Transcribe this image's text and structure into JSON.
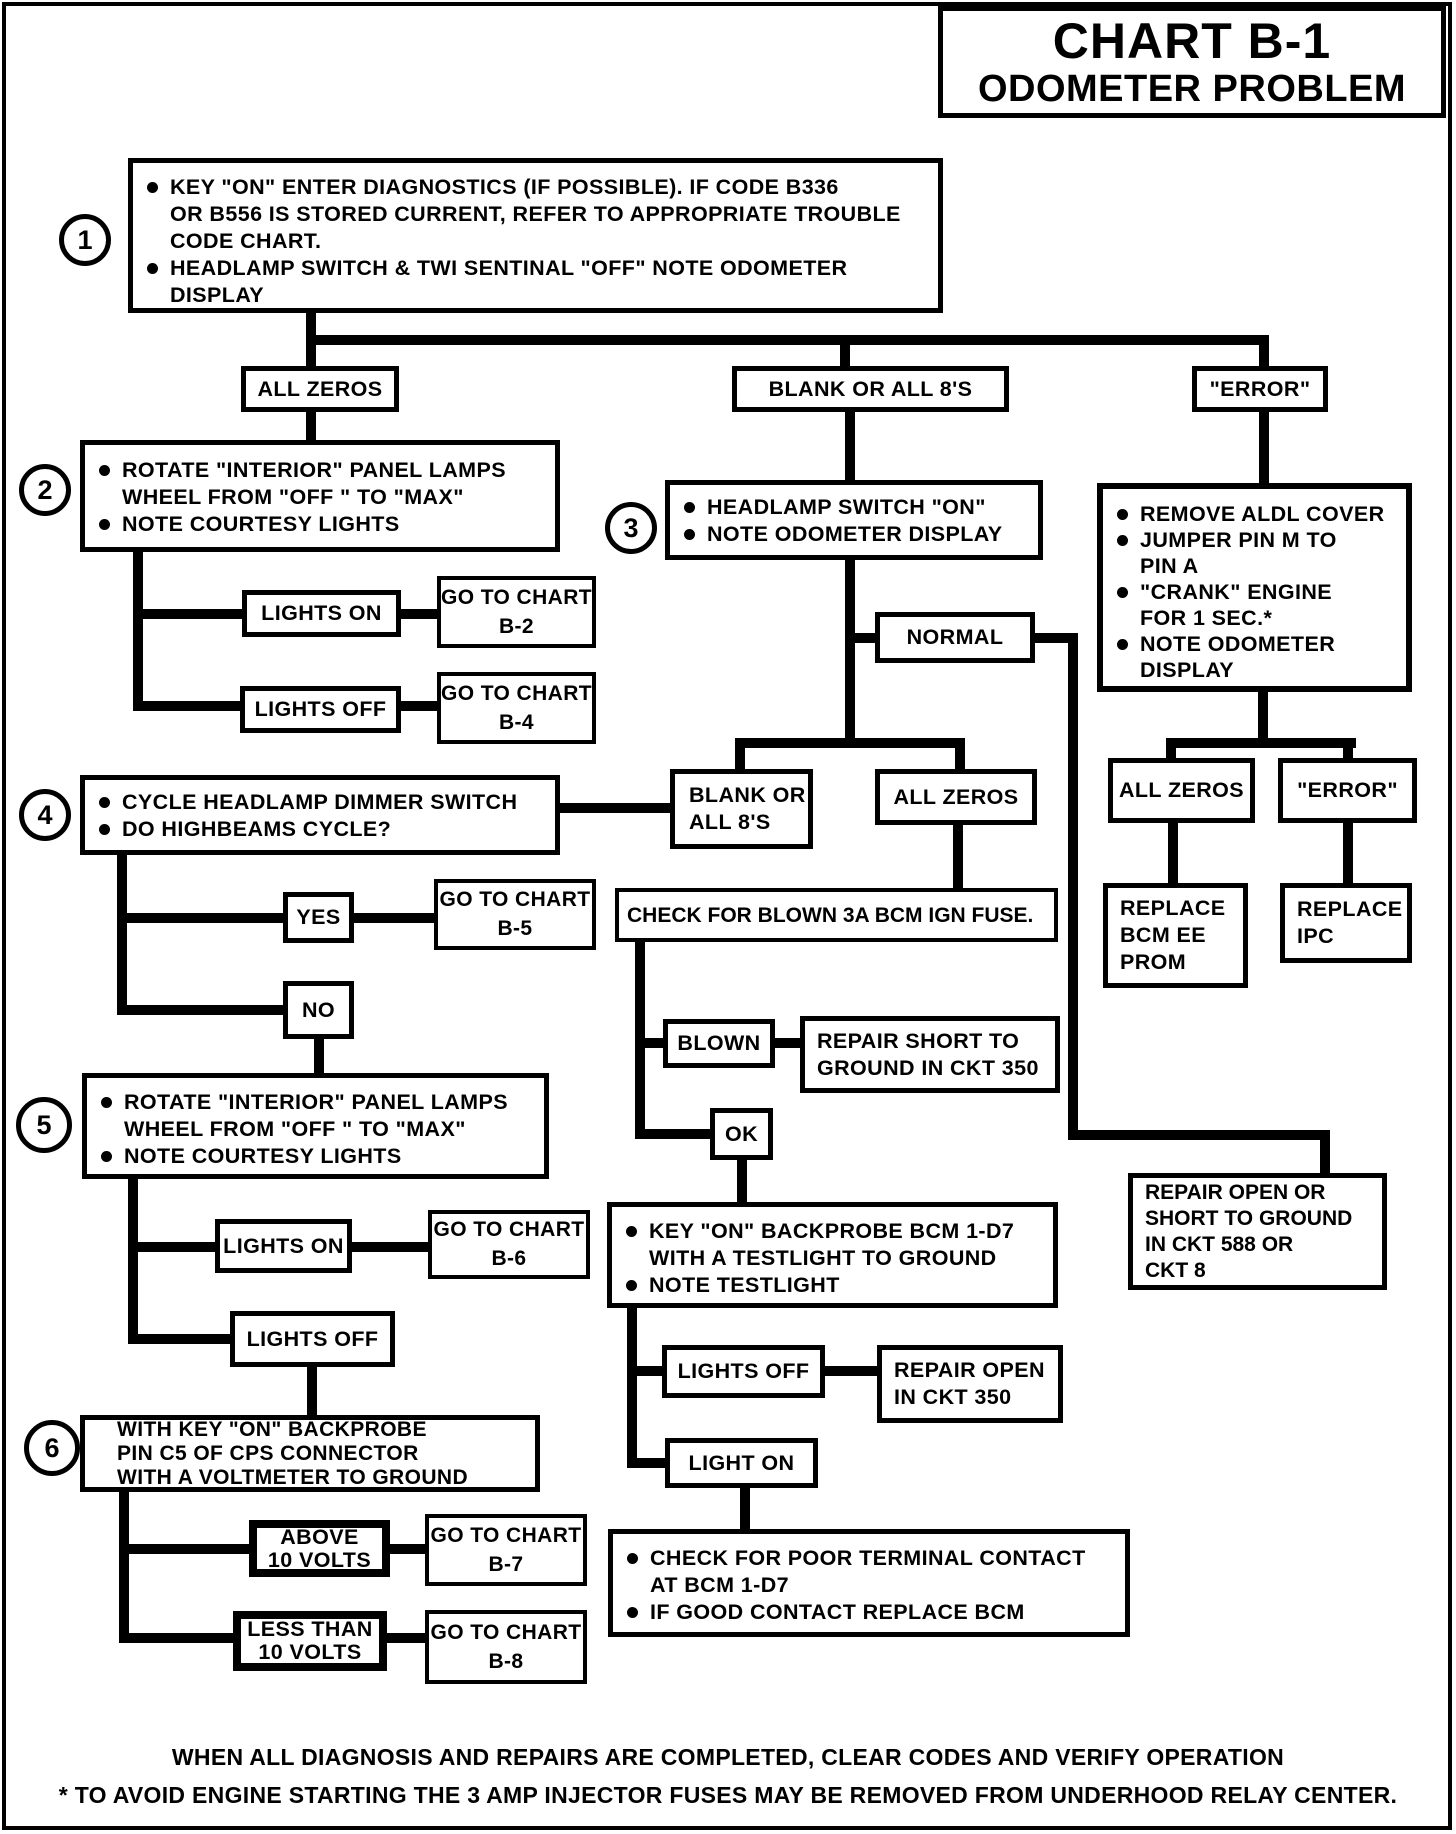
{
  "page": {
    "title": "CHART B-1",
    "subtitle": "ODOMETER PROBLEM",
    "footer_line1": "WHEN ALL DIAGNOSIS AND REPAIRS ARE COMPLETED, CLEAR CODES AND VERIFY OPERATION",
    "footer_line2": "* TO AVOID ENGINE STARTING THE 3 AMP INJECTOR FUSES MAY BE REMOVED FROM UNDERHOOD RELAY CENTER."
  },
  "step_numbers": {
    "s1": "1",
    "s2": "2",
    "s3": "3",
    "s4": "4",
    "s5": "5",
    "s6": "6"
  },
  "nodes": {
    "step1": {
      "bullets": [
        "KEY \"ON\" ENTER DIAGNOSTICS (IF POSSIBLE). IF CODE B336\nOR B556 IS STORED CURRENT, REFER TO APPROPRIATE TROUBLE\nCODE CHART.",
        "HEADLAMP SWITCH & TWI SENTINAL \"OFF\" NOTE ODOMETER\nDISPLAY"
      ]
    },
    "all_zeros": "ALL ZEROS",
    "blank_or_8s": "BLANK OR ALL 8'S",
    "error": "\"ERROR\"",
    "step2": {
      "bullets": [
        "ROTATE \"INTERIOR\" PANEL LAMPS\nWHEEL FROM \"OFF \" TO \"MAX\"",
        "NOTE COURTESY LIGHTS"
      ]
    },
    "lights_on_a": "LIGHTS ON",
    "goto_b2": {
      "l1": "GO TO CHART",
      "l2": "B-2"
    },
    "lights_off_a": "LIGHTS OFF",
    "goto_b4": {
      "l1": "GO TO CHART",
      "l2": "B-4"
    },
    "step3": {
      "bullets": [
        "HEADLAMP SWITCH \"ON\"",
        "NOTE ODOMETER DISPLAY"
      ]
    },
    "normal": "NORMAL",
    "error_steps": {
      "bullets": [
        "REMOVE ALDL COVER",
        "JUMPER PIN M TO\nPIN A",
        "\"CRANK\" ENGINE\nFOR 1 SEC.*",
        "NOTE ODOMETER\nDISPLAY"
      ]
    },
    "step4": {
      "bullets": [
        "CYCLE HEADLAMP DIMMER SWITCH",
        "DO HIGHBEAMS CYCLE?"
      ]
    },
    "yes": "YES",
    "goto_b5": {
      "l1": "GO TO CHART",
      "l2": "B-5"
    },
    "no": "NO",
    "result_blank": "BLANK OR\nALL 8'S",
    "result_zeros": "ALL ZEROS",
    "check_fuse": "CHECK FOR BLOWN 3A BCM IGN FUSE.",
    "blown": "BLOWN",
    "repair_short": "REPAIR SHORT TO\nGROUND IN CKT 350",
    "ok": "OK",
    "error_zeros": "ALL ZEROS",
    "error_error": "\"ERROR\"",
    "replace_bcm": "REPLACE\nBCM EE\nPROM",
    "replace_ipc": "REPLACE\nIPC",
    "repair_open_ckt588": "REPAIR OPEN OR\nSHORT TO GROUND\nIN CKT 588 OR\nCKT 8",
    "step5": {
      "bullets": [
        "ROTATE \"INTERIOR\" PANEL LAMPS\nWHEEL FROM \"OFF \" TO \"MAX\"",
        "NOTE COURTESY LIGHTS"
      ]
    },
    "lights_on_b": "LIGHTS ON",
    "goto_b6": {
      "l1": "GO TO CHART",
      "l2": "B-6"
    },
    "lights_off_b": "LIGHTS OFF",
    "step_backprobe": {
      "bullets": [
        "KEY \"ON\" BACKPROBE BCM 1-D7\nWITH A TESTLIGHT TO GROUND",
        "NOTE TESTLIGHT"
      ]
    },
    "lights_off_c": "LIGHTS OFF",
    "repair_open_ckt350": "REPAIR OPEN\nIN CKT 350",
    "light_on": "LIGHT ON",
    "final_check": {
      "bullets": [
        "CHECK FOR POOR TERMINAL CONTACT\nAT BCM 1-D7",
        "IF GOOD CONTACT REPLACE BCM"
      ]
    },
    "step6": {
      "lines": "WITH KEY \"ON\" BACKPROBE\nPIN C5 OF CPS CONNECTOR\nWITH A VOLTMETER TO GROUND"
    },
    "above_10v": "ABOVE\n10 VOLTS",
    "goto_b7": {
      "l1": "GO TO CHART",
      "l2": "B-7"
    },
    "less_10v": "LESS THAN\n10 VOLTS",
    "goto_b8": {
      "l1": "GO TO CHART",
      "l2": "B-8"
    }
  }
}
